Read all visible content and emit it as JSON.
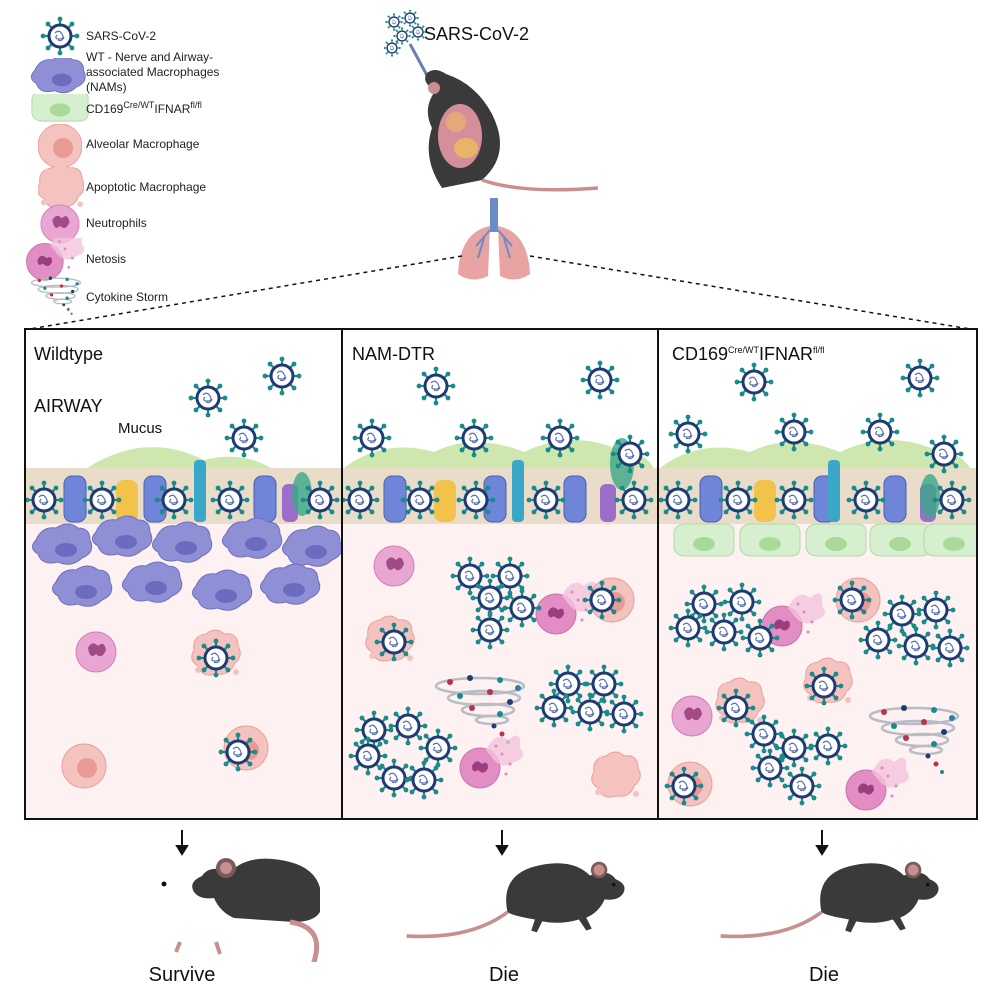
{
  "legend": {
    "items": [
      {
        "label": "SARS-CoV-2",
        "icon": "virus-icon"
      },
      {
        "label": "WT - Nerve and Airway-associated Macrophages (NAMs)",
        "icon": "nam-macrophage-icon"
      },
      {
        "label_base": "CD169",
        "label_sup1": "Cre/WT",
        "label_mid": "IFNAR",
        "label_sup2": "fl/fl",
        "icon": "knockout-macrophage-icon"
      },
      {
        "label": "Alveolar Macrophage",
        "icon": "alveolar-macrophage-icon"
      },
      {
        "label": "Apoptotic Macrophage",
        "icon": "apoptotic-macrophage-icon"
      },
      {
        "label": "Neutrophils",
        "icon": "neutrophil-icon"
      },
      {
        "label": "Netosis",
        "icon": "netosis-icon"
      },
      {
        "label": "Cytokine Storm",
        "icon": "cytokine-storm-icon"
      }
    ]
  },
  "top": {
    "virus_label": "SARS-CoV-2"
  },
  "panels": {
    "wildtype": {
      "title": "Wildtype",
      "airway_label": "AIRWAY",
      "mucus_label": "Mucus",
      "outcome": "Survive"
    },
    "nam_dtr": {
      "title": "NAM-DTR",
      "outcome": "Die"
    },
    "cd169": {
      "title_base": "CD169",
      "title_sup1": "Cre/WT",
      "title_mid": "IFNAR",
      "title_sup2": "fl/fl",
      "outcome": "Die"
    }
  },
  "colors": {
    "virus_ring": "#1f3b73",
    "virus_spike": "#1a8a8a",
    "nam_purple": "#8f8fd6",
    "knockout_green": "#cdebc4",
    "alveolar_pink": "#f2b8b4",
    "neutrophil_pink": "#e08cc0",
    "tissue_bg": "#fdf1f1",
    "mucus_green": "#c9e4a6",
    "mouse": "#333333"
  }
}
